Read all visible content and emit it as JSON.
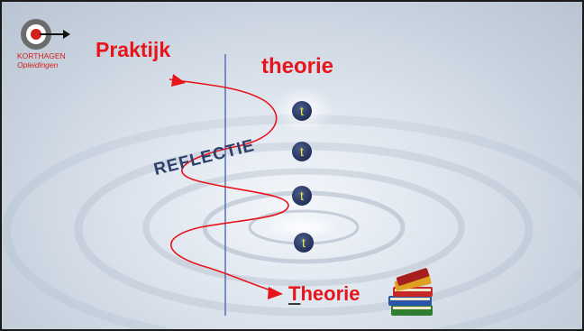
{
  "logo": {
    "name_line1": "KORTHAGEN",
    "name_line2": "Opleidingen",
    "icon": "target-arrow-icon"
  },
  "labels": {
    "praktijk": "Praktijk",
    "theorie_top": "theorie",
    "reflectie": "REFLECTIE",
    "theorie_bottom_first": "T",
    "theorie_bottom_rest": "heorie"
  },
  "theory_points": [
    "t",
    "t",
    "t",
    "t"
  ],
  "icons": {
    "books": "books-icon"
  },
  "colors": {
    "accent_red": "#e8141b",
    "navy": "#2c3f6b",
    "t_text": "#f3e94a",
    "divider": "#4a6bb0"
  }
}
